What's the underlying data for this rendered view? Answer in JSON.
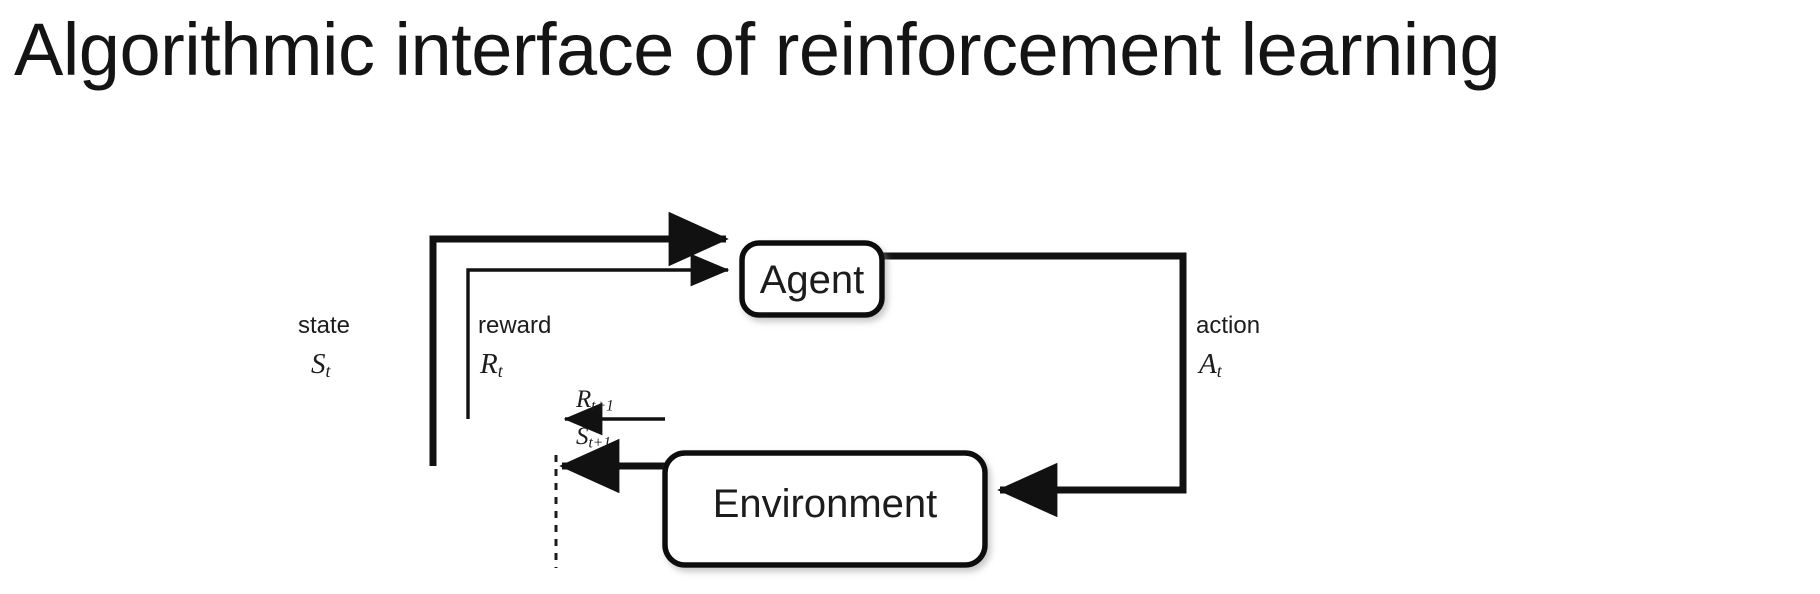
{
  "slide": {
    "title": "Algorithmic interface of reinforcement learning",
    "background_color": "#ffffff",
    "ink_color": "#1c1c1c"
  },
  "diagram": {
    "type": "agent-environment-interaction-loop",
    "nodes": [
      {
        "id": "agent",
        "label": "Agent",
        "shape": "rounded-rect"
      },
      {
        "id": "environment",
        "label": "Environment",
        "shape": "rounded-rect"
      }
    ],
    "edges": [
      {
        "id": "state-edge",
        "from": "environment",
        "to": "agent",
        "word_label": "state",
        "symbol_base": "S",
        "symbol_sub": "t",
        "stroke": "thick"
      },
      {
        "id": "reward-edge",
        "from": "environment",
        "to": "agent",
        "word_label": "reward",
        "symbol_base": "R",
        "symbol_sub": "t",
        "stroke": "thin"
      },
      {
        "id": "action-edge",
        "from": "agent",
        "to": "environment",
        "word_label": "action",
        "symbol_base": "A",
        "symbol_sub": "t",
        "stroke": "thick"
      },
      {
        "id": "reward-next-edge",
        "from": "environment",
        "to": "time-boundary",
        "symbol_base": "R",
        "symbol_sub": "t+1",
        "stroke": "thin"
      },
      {
        "id": "state-next-edge",
        "from": "environment",
        "to": "time-boundary",
        "symbol_base": "S",
        "symbol_sub": "t+1",
        "stroke": "thick"
      }
    ],
    "time_boundary": {
      "id": "time-boundary",
      "style": "dashed-vertical-line"
    }
  }
}
